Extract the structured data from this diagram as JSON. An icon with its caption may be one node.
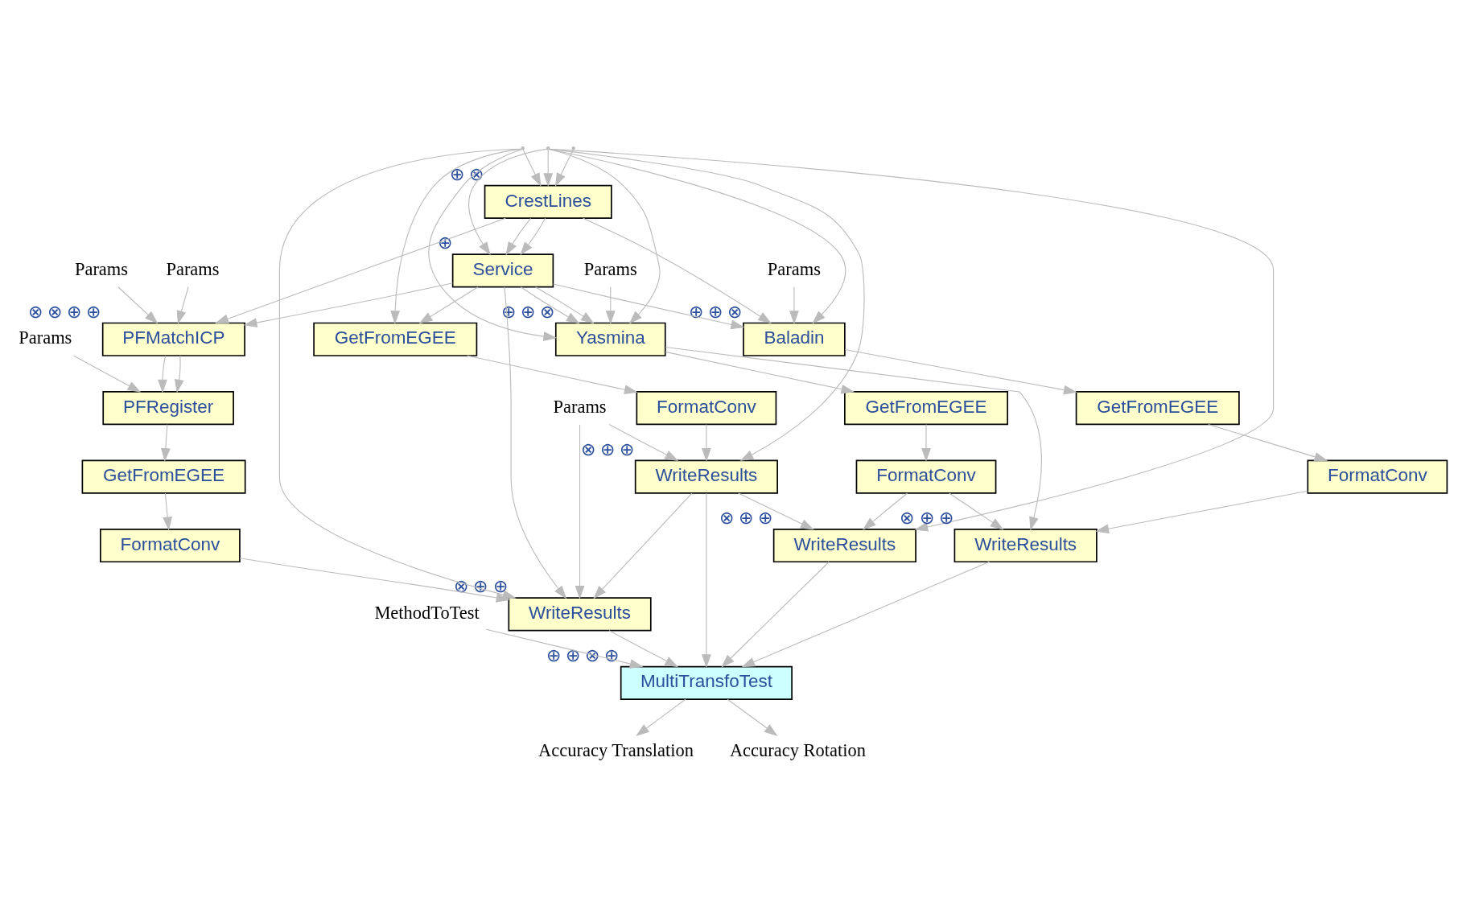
{
  "diagram": {
    "nodes": [
      {
        "text": [],
        "shape": "point"
      },
      {
        "text": [],
        "shape": "point"
      },
      {
        "text": [],
        "shape": "point"
      },
      {
        "text": [
          "Params"
        ]
      },
      {
        "text": [
          "Params"
        ]
      },
      {
        "text": [
          "Params"
        ]
      },
      {
        "text": [
          "Params"
        ]
      },
      {
        "text": [
          "Params"
        ]
      },
      {
        "text": [
          "Params"
        ]
      },
      {
        "text": [
          "MethodToTest"
        ]
      },
      {
        "text": [
          "CrestLines"
        ],
        "beside": [
          "⊕",
          "⊗"
        ]
      },
      {
        "text": [
          "Service"
        ],
        "beside": [
          "⊕"
        ]
      },
      {
        "text": [
          "PFMatchICP"
        ],
        "beside": [
          "⊗",
          "⊗",
          "⊕",
          "⊕"
        ]
      },
      {
        "text": [
          "PFRegister"
        ]
      },
      {
        "text": [
          "GetFromEGEE"
        ]
      },
      {
        "text": [
          "FormatConv"
        ]
      },
      {
        "text": [
          "WriteResults"
        ],
        "beside": [
          "⊗",
          "⊕",
          "⊕"
        ]
      },
      {
        "text": [
          "GetFromEGEE"
        ]
      },
      {
        "text": [
          "FormatConv"
        ]
      },
      {
        "text": [
          "WriteResults"
        ],
        "beside": [
          "⊗",
          "⊕",
          "⊕"
        ]
      },
      {
        "text": [
          "Yasmina"
        ],
        "beside": [
          "⊕",
          "⊕",
          "⊗"
        ]
      },
      {
        "text": [
          "GetFromEGEE"
        ]
      },
      {
        "text": [
          "FormatConv"
        ]
      },
      {
        "text": [
          "WriteResults"
        ],
        "beside": [
          "⊗",
          "⊕",
          "⊕"
        ]
      },
      {
        "text": [
          "Baladin"
        ],
        "beside": [
          "⊕",
          "⊕",
          "⊗"
        ]
      },
      {
        "text": [
          "GetFromEGEE"
        ]
      },
      {
        "text": [
          "FormatConv"
        ]
      },
      {
        "text": [
          "WriteResults"
        ],
        "beside": [
          "⊗",
          "⊕",
          "⊕"
        ]
      },
      {
        "text": [
          "MultiTransfoTest"
        ],
        "beside": [
          "⊕",
          "⊕",
          "⊗",
          "⊕"
        ]
      },
      {
        "text": [
          "Accuracy Translation"
        ]
      },
      {
        "text": [
          "Accuracy Rotation"
        ]
      }
    ],
    "edges": [
      {
        "from": 0,
        "to": 10,
        "arrow": "to"
      },
      {
        "from": 0,
        "to": 17,
        "arrow": "to"
      },
      {
        "from": 0,
        "to": 16,
        "arrow": "to"
      },
      {
        "from": 0,
        "to": 20,
        "arrow": "to"
      },
      {
        "from": 1,
        "to": 10,
        "arrow": "to"
      },
      {
        "from": 1,
        "to": 11,
        "arrow": "to"
      },
      {
        "from": 1,
        "to": 20,
        "arrow": "to"
      },
      {
        "from": 1,
        "to": 24,
        "arrow": "to"
      },
      {
        "from": 1,
        "to": 23,
        "arrow": "to"
      },
      {
        "from": 1,
        "to": 19,
        "arrow": "to"
      },
      {
        "from": 2,
        "to": 10,
        "arrow": "to"
      },
      {
        "from": 3,
        "to": 12,
        "arrow": "to"
      },
      {
        "from": 4,
        "to": 12,
        "arrow": "to"
      },
      {
        "from": 5,
        "to": 13,
        "arrow": "to"
      },
      {
        "from": 6,
        "to": 19,
        "arrow": "to"
      },
      {
        "from": 6,
        "to": 16,
        "arrow": "to"
      },
      {
        "from": 7,
        "to": 20,
        "arrow": "to"
      },
      {
        "from": 8,
        "to": 24,
        "arrow": "to"
      },
      {
        "from": 9,
        "to": 28,
        "arrow": "to"
      },
      {
        "from": 10,
        "to": 11,
        "arrow": "to"
      },
      {
        "from": 10,
        "to": 11,
        "arrow": "to"
      },
      {
        "from": 10,
        "to": 12,
        "arrow": "to"
      },
      {
        "from": 10,
        "to": 24,
        "arrow": "to"
      },
      {
        "from": 11,
        "to": 12,
        "arrow": "to"
      },
      {
        "from": 11,
        "to": 17,
        "arrow": "to"
      },
      {
        "from": 11,
        "to": 20,
        "arrow": "to"
      },
      {
        "from": 11,
        "to": 20,
        "arrow": "to"
      },
      {
        "from": 11,
        "to": 24,
        "arrow": "to"
      },
      {
        "from": 11,
        "to": 16,
        "arrow": "to"
      },
      {
        "from": 12,
        "to": 13,
        "arrow": "to"
      },
      {
        "from": 12,
        "to": 13,
        "arrow": "to"
      },
      {
        "from": 13,
        "to": 14,
        "arrow": "to"
      },
      {
        "from": 14,
        "to": 15,
        "arrow": "to"
      },
      {
        "from": 15,
        "to": 16,
        "arrow": "to"
      },
      {
        "from": 17,
        "to": 18,
        "arrow": "to"
      },
      {
        "from": 18,
        "to": 19,
        "arrow": "to"
      },
      {
        "from": 19,
        "to": 16,
        "arrow": "to"
      },
      {
        "from": 19,
        "to": 23,
        "arrow": "to"
      },
      {
        "from": 20,
        "to": 21,
        "arrow": "to"
      },
      {
        "from": 21,
        "to": 22,
        "arrow": "to"
      },
      {
        "from": 22,
        "to": 23,
        "arrow": "to"
      },
      {
        "from": 20,
        "to": 27,
        "arrow": "to"
      },
      {
        "from": 22,
        "to": 27,
        "arrow": "to"
      },
      {
        "from": 24,
        "to": 25,
        "arrow": "to"
      },
      {
        "from": 25,
        "to": 26,
        "arrow": "to"
      },
      {
        "from": 26,
        "to": 27,
        "arrow": "to"
      },
      {
        "from": 16,
        "to": 28,
        "arrow": "to"
      },
      {
        "from": 19,
        "to": 28,
        "arrow": "to"
      },
      {
        "from": 23,
        "to": 28,
        "arrow": "to"
      },
      {
        "from": 27,
        "to": 28,
        "arrow": "to"
      },
      {
        "from": 28,
        "to": 29,
        "arrow": "to"
      },
      {
        "from": 28,
        "to": 30,
        "arrow": "to"
      }
    ]
  }
}
